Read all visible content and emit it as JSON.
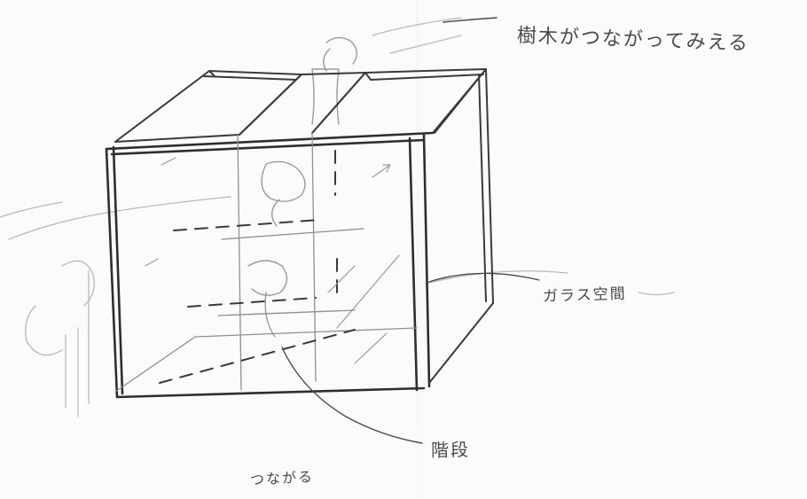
{
  "sketch": {
    "annotations": {
      "tree_connect": "樹木がつながってみえる",
      "glass_space": "ガラス空間",
      "stairs": "階段",
      "connect": "つながる"
    },
    "colors": {
      "paper": "#fbfbf9",
      "pencil": "#3a3a3a",
      "pencil_light": "#9a9a9a"
    }
  }
}
